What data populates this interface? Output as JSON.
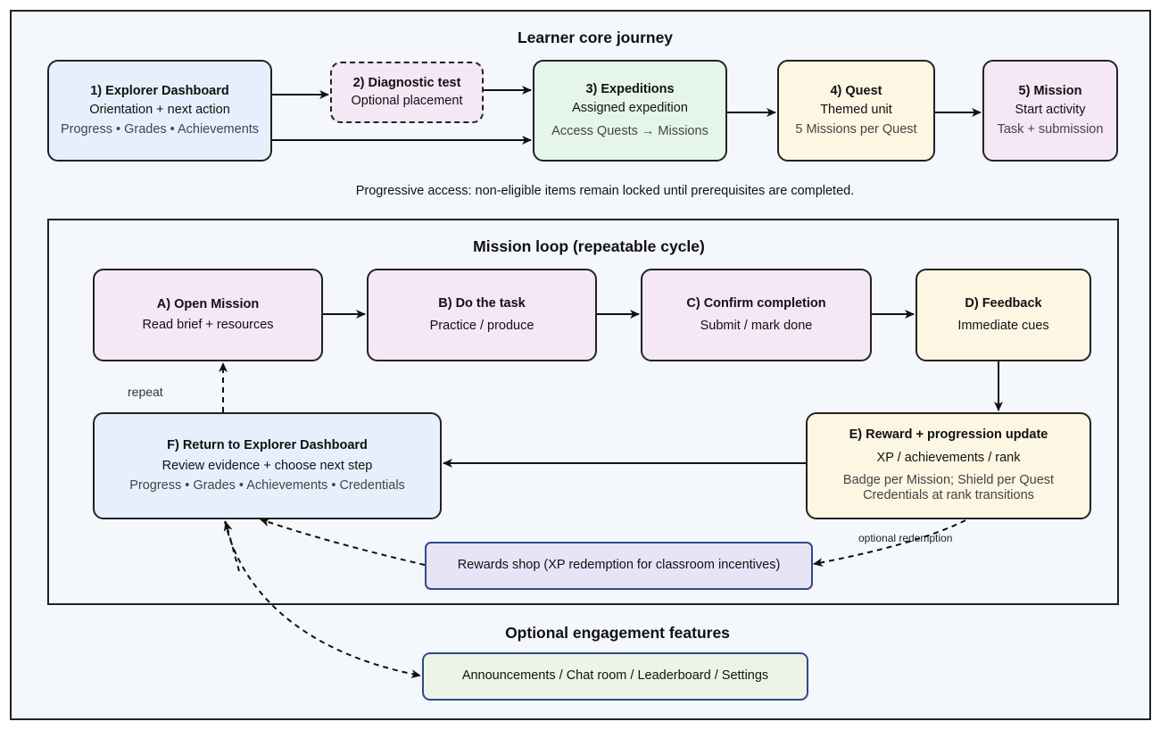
{
  "diagram": {
    "journey_title": "Learner core journey",
    "loop_title": "Mission loop (repeatable cycle)",
    "optional_title": "Optional engagement features",
    "access_note": "Progressive access: non-eligible items remain locked until prerequisites are completed.",
    "repeat_label": "repeat",
    "redemption_label": "optional redemption",
    "journey": [
      {
        "title": "1) Explorer Dashboard",
        "sub": "Orientation + next action",
        "meta": "Progress • Grades • Achievements"
      },
      {
        "title": "2) Diagnostic test",
        "sub": "Optional placement"
      },
      {
        "title": "3) Expeditions",
        "sub": "Assigned expedition",
        "meta": "Access Quests → Missions"
      },
      {
        "title": "4) Quest",
        "sub": "Themed unit",
        "meta": "5 Missions per Quest"
      },
      {
        "title": "5) Mission",
        "sub": "Start activity",
        "meta": "Task + submission"
      }
    ],
    "loop": [
      {
        "title": "A) Open Mission",
        "sub": "Read brief + resources"
      },
      {
        "title": "B) Do the task",
        "sub": "Practice / produce"
      },
      {
        "title": "C) Confirm completion",
        "sub": "Submit / mark done"
      },
      {
        "title": "D) Feedback",
        "sub": "Immediate cues"
      },
      {
        "title": "E) Reward + progression update",
        "sub": "XP / achievements / rank",
        "meta1": "Badge per Mission; Shield per Quest",
        "meta2": "Credentials at rank transitions"
      },
      {
        "title": "F) Return to Explorer Dashboard",
        "sub": "Review evidence + choose next step",
        "meta": "Progress • Grades • Achievements • Credentials"
      }
    ],
    "rewards_shop": "Rewards shop (XP redemption for classroom incentives)",
    "engagement": "Announcements / Chat room / Leaderboard / Settings"
  }
}
